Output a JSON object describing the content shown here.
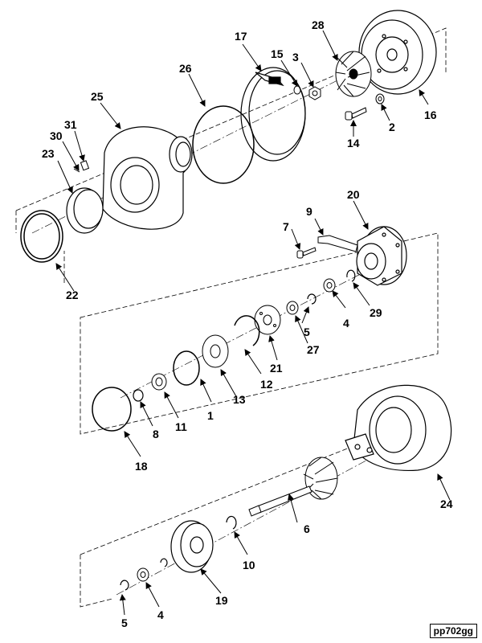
{
  "figure_ref": "pp702gg",
  "parts": {
    "p1": "1",
    "p2": "2",
    "p3": "3",
    "p4a": "4",
    "p4b": "4",
    "p5a": "5",
    "p5b": "5",
    "p6": "6",
    "p7": "7",
    "p8": "8",
    "p9": "9",
    "p10": "10",
    "p11": "11",
    "p12": "12",
    "p13": "13",
    "p14": "14",
    "p15": "15",
    "p16": "16",
    "p17": "17",
    "p18": "18",
    "p19": "19",
    "p20": "20",
    "p21": "21",
    "p22": "22",
    "p23": "23",
    "p24": "24",
    "p25": "25",
    "p26": "26",
    "p27": "27",
    "p28": "28",
    "p29": "29",
    "p30": "30",
    "p31": "31"
  }
}
